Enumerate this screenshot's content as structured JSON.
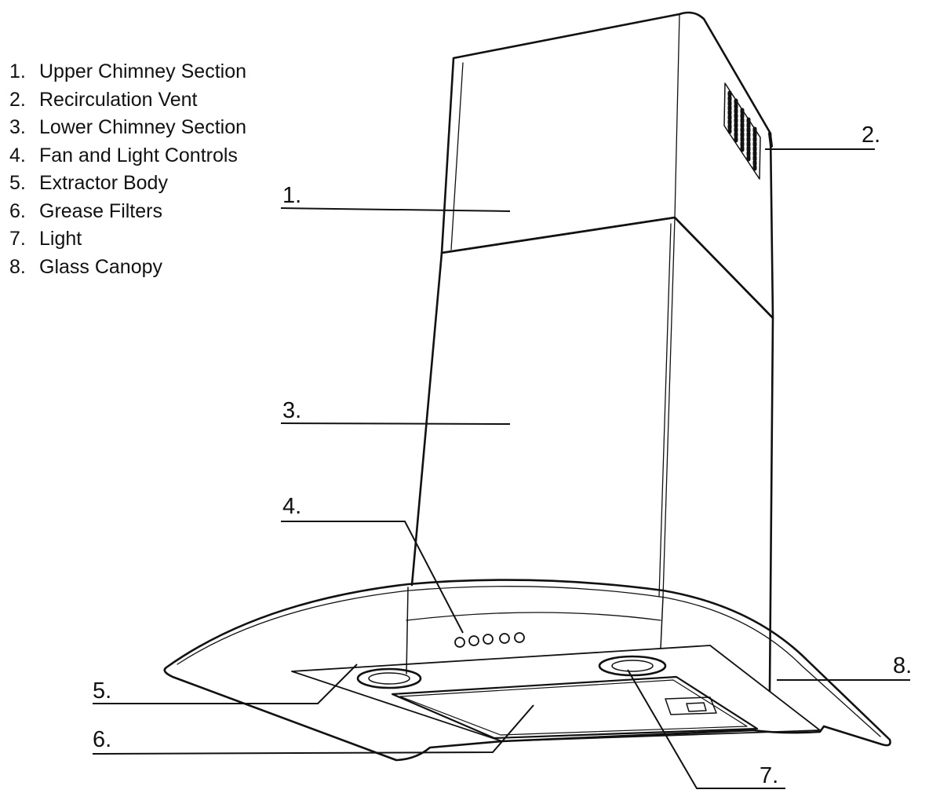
{
  "legend": [
    {
      "num": "1.",
      "label": "Upper Chimney Section"
    },
    {
      "num": "2.",
      "label": "Recirculation Vent"
    },
    {
      "num": "3.",
      "label": "Lower Chimney Section"
    },
    {
      "num": "4.",
      "label": "Fan and Light Controls"
    },
    {
      "num": "5.",
      "label": "Extractor Body"
    },
    {
      "num": "6.",
      "label": "Grease Filters"
    },
    {
      "num": "7.",
      "label": "Light"
    },
    {
      "num": "8.",
      "label": "Glass Canopy"
    }
  ],
  "callouts": {
    "c1": "1.",
    "c2": "2.",
    "c3": "3.",
    "c4": "4.",
    "c5": "5.",
    "c6": "6.",
    "c7": "7.",
    "c8": "8."
  },
  "colors": {
    "line": "#111111",
    "background": "#ffffff"
  }
}
